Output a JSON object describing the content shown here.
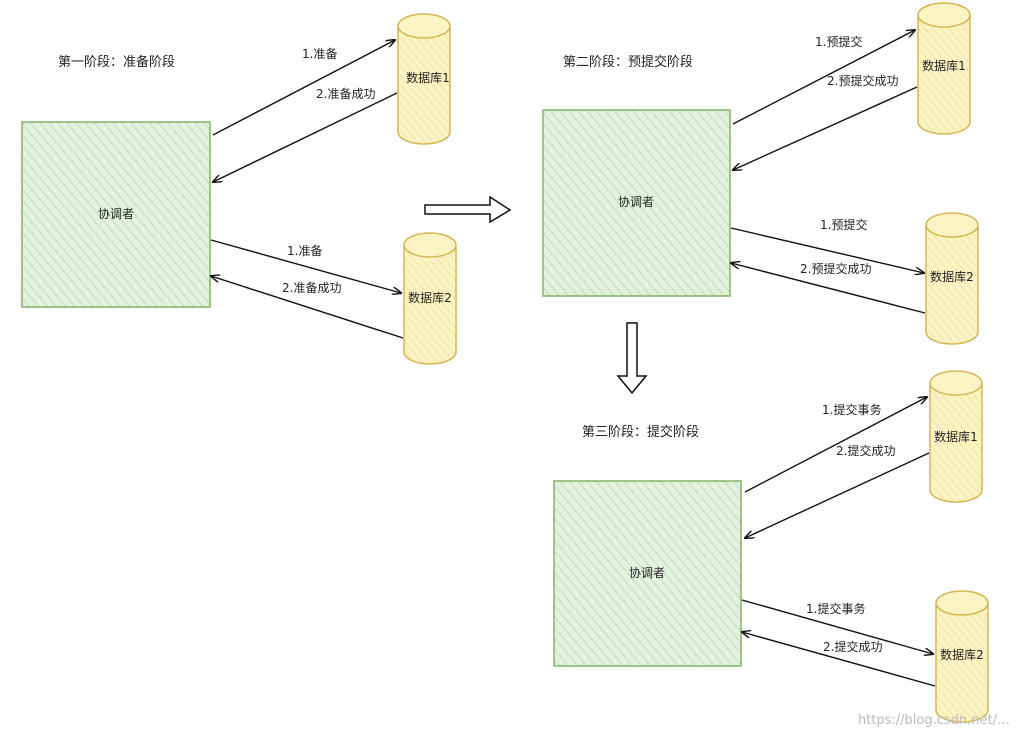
{
  "colors": {
    "box_fill": "#d7ebd1",
    "box_stroke": "#82b366",
    "db_fill": "#fbf0b5",
    "db_stroke": "#d6b656",
    "arrow": "#111111"
  },
  "phases": [
    {
      "title": "第一阶段：准备阶段",
      "coordinator": "协调者",
      "databases": [
        "数据库1",
        "数据库2"
      ],
      "db1": {
        "request": "1.准备",
        "response": "2.准备成功"
      },
      "db2": {
        "request": "1.准备",
        "response": "2.准备成功"
      }
    },
    {
      "title": "第二阶段：预提交阶段",
      "coordinator": "协调者",
      "databases": [
        "数据库1",
        "数据库2"
      ],
      "db1": {
        "request": "1.预提交",
        "response": "2.预提交成功"
      },
      "db2": {
        "request": "1.预提交",
        "response": "2.预提交成功"
      }
    },
    {
      "title": "第三阶段：提交阶段",
      "coordinator": "协调者",
      "databases": [
        "数据库1",
        "数据库2"
      ],
      "db1": {
        "request": "1.提交事务",
        "response": "2.提交成功"
      },
      "db2": {
        "request": "1.提交事务",
        "response": "2.提交成功"
      }
    }
  ],
  "watermark": "https://blog.csdn.net/…"
}
